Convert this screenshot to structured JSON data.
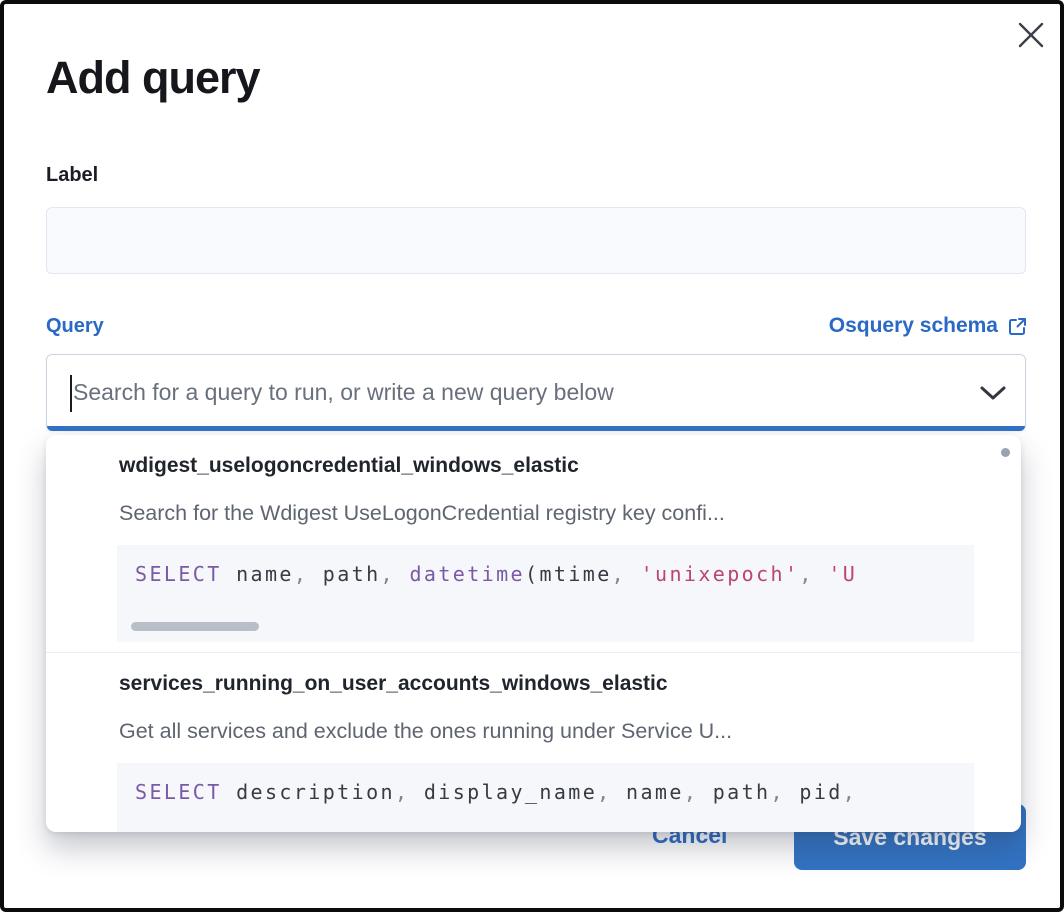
{
  "modal": {
    "title": "Add query"
  },
  "form": {
    "label_field": {
      "label": "Label",
      "value": "",
      "placeholder": ""
    },
    "query_field": {
      "label": "Query",
      "schema_link_label": "Osquery schema",
      "placeholder": "Search for a query to run, or write a new query below"
    }
  },
  "dropdown": {
    "options": [
      {
        "title": "wdigest_uselogoncredential_windows_elastic",
        "description": "Search for the Wdigest UseLogonCredential registry key confi...",
        "code": [
          {
            "t": "SELECT",
            "c": "kw"
          },
          {
            "t": " name",
            "c": "id"
          },
          {
            "t": ",",
            "c": "punc"
          },
          {
            "t": " path",
            "c": "id"
          },
          {
            "t": ",",
            "c": "punc"
          },
          {
            "t": " ",
            "c": "id"
          },
          {
            "t": "datetime",
            "c": "kw"
          },
          {
            "t": "(",
            "c": "id"
          },
          {
            "t": "mtime",
            "c": "id"
          },
          {
            "t": ",",
            "c": "punc"
          },
          {
            "t": " ",
            "c": "id"
          },
          {
            "t": "'unixepoch'",
            "c": "str"
          },
          {
            "t": ",",
            "c": "punc"
          },
          {
            "t": " ",
            "c": "id"
          },
          {
            "t": "'U",
            "c": "str"
          }
        ]
      },
      {
        "title": "services_running_on_user_accounts_windows_elastic",
        "description": "Get all services and exclude the ones running under Service U...",
        "code": [
          {
            "t": "SELECT",
            "c": "kw"
          },
          {
            "t": " description",
            "c": "id"
          },
          {
            "t": ",",
            "c": "punc"
          },
          {
            "t": " display_name",
            "c": "id"
          },
          {
            "t": ",",
            "c": "punc"
          },
          {
            "t": " name",
            "c": "id"
          },
          {
            "t": ",",
            "c": "punc"
          },
          {
            "t": " path",
            "c": "id"
          },
          {
            "t": ",",
            "c": "punc"
          },
          {
            "t": " pid",
            "c": "id"
          },
          {
            "t": ",",
            "c": "punc"
          }
        ]
      }
    ]
  },
  "footer": {
    "cancel_label": "Cancel",
    "save_label": "Save changes"
  },
  "colors": {
    "link_blue": "#2a6ac4",
    "button_blue": "#3273c3",
    "focus_underline": "#3372c4",
    "code_keyword": "#7a5aa6",
    "code_string": "#bd4374",
    "code_text": "#363b44",
    "code_background": "#f5f7fa",
    "title_text": "#16171d",
    "description_text": "#5f6570"
  }
}
